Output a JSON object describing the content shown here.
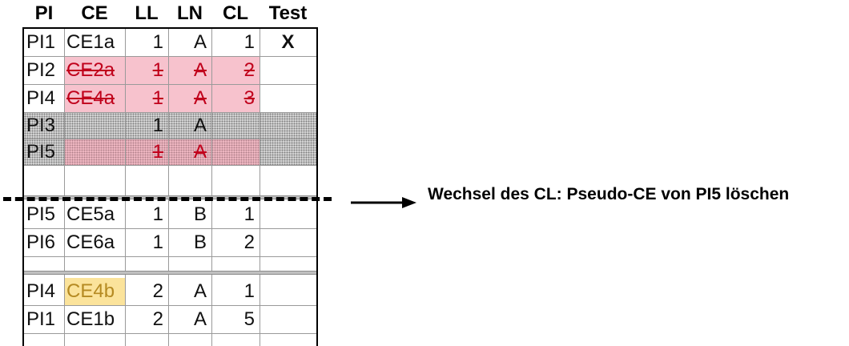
{
  "headers": [
    "PI",
    "CE",
    "LL",
    "LN",
    "CL",
    "Test"
  ],
  "rows": [
    {
      "PI": "PI1",
      "CE": "CE1a",
      "LL": "1",
      "LN": "A",
      "CL": "1",
      "Test": "X",
      "style": "plain"
    },
    {
      "PI": "PI2",
      "CE": "CE2a",
      "LL": "1",
      "LN": "A",
      "CL": "2",
      "Test": "",
      "style": "deleted"
    },
    {
      "PI": "PI4",
      "CE": "CE4a",
      "LL": "1",
      "LN": "A",
      "CL": "3",
      "Test": "",
      "style": "deleted"
    },
    {
      "PI": "PI3",
      "CE": "",
      "LL": "1",
      "LN": "A",
      "CL": "",
      "Test": "",
      "style": "pseudo"
    },
    {
      "PI": "PI5",
      "CE": "",
      "LL": "1",
      "LN": "A",
      "CL": "",
      "Test": "",
      "style": "pseudo-deleted"
    },
    {
      "PI": "PI5",
      "CE": "CE5a",
      "LL": "1",
      "LN": "B",
      "CL": "1",
      "Test": "",
      "style": "plain"
    },
    {
      "PI": "PI6",
      "CE": "CE6a",
      "LL": "1",
      "LN": "B",
      "CL": "2",
      "Test": "",
      "style": "plain"
    },
    {
      "PI": "PI4",
      "CE": "CE4b",
      "LL": "2",
      "LN": "A",
      "CL": "1",
      "Test": "",
      "style": "highlight"
    },
    {
      "PI": "PI1",
      "CE": "CE1b",
      "LL": "2",
      "LN": "A",
      "CL": "5",
      "Test": "",
      "style": "plain"
    }
  ],
  "annotation": "Wechsel des CL: Pseudo-CE von PI5 löschen",
  "colors": {
    "deleted_fill": "#f7c2cd",
    "deleted_text": "#c0001b",
    "highlight_fill": "#fbe39b",
    "highlight_text": "#b58a22",
    "pseudo_fill": "#dcdcdc"
  }
}
